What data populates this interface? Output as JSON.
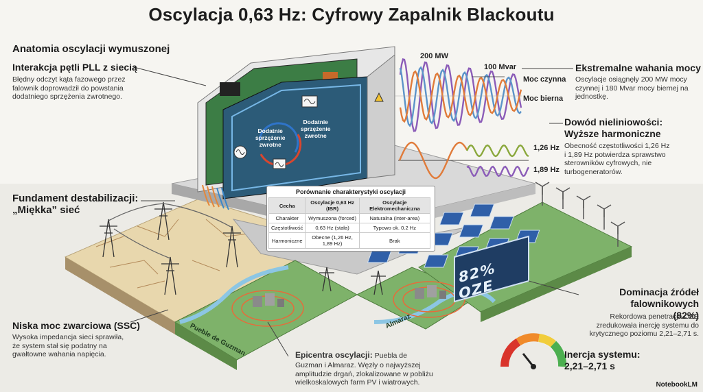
{
  "title": "Oscylacja 0,63 Hz: Cyfrowy Zapalnik Blackoutu",
  "left": {
    "section_title": "Anatomia oscylacji wymuszonej",
    "pll_heading": "Interakcja pętli PLL z siecią",
    "pll_text": [
      "Błędny odczyt kąta fazowego przez",
      "falownik doprowadził do powstania",
      "dodatniego sprzężenia zwrotnego."
    ],
    "foundation_heading": [
      "Fundament destabilizacji:",
      "„Miękka” sieć"
    ],
    "ssc_heading": "Niska moc zwarciowa (SSC)",
    "ssc_text": [
      "Wysoka impedancja sieci sprawiła,",
      "że system stał się podatny na",
      "gwałtowne wahania napięcia."
    ]
  },
  "device": {
    "loop_label": [
      "Dodatnie",
      "sprzężenie",
      "zwrotne"
    ],
    "loop_label2": [
      "Dodatnie",
      "sprzężenie",
      "zwrotne"
    ]
  },
  "wave_top": {
    "label_mw": "200 MW",
    "label_mvar": "100 Mvar",
    "label_active": "Moc czynna",
    "label_reactive": "Moc bierna",
    "colors": {
      "active": "#8b5cb8",
      "reactive": "#5b93c9",
      "orange": "#e07b3a"
    }
  },
  "wave_bottom": {
    "label_126": "1,26 Hz",
    "label_189": "1,89 Hz",
    "colors": {
      "f126": "#8aa83c",
      "f189": "#8b5cb8",
      "base": "#e07b3a"
    }
  },
  "right": {
    "extreme_heading": "Ekstremalne wahania mocy",
    "extreme_text": [
      "Oscylacje osiągnęły 200 MW mocy",
      "czynnej i 180 Mvar mocy biernej na",
      "jednostkę."
    ],
    "nonlin_heading": [
      "Dowód nieliniowości:",
      "Wyższe harmoniczne"
    ],
    "nonlin_text": [
      "Obecność częstotliwości 1,26 Hz",
      "i 1,89 Hz potwierdza sprawstwo",
      "sterowników cyfrowych, nie",
      "turbogeneratorów."
    ],
    "dominance_heading": [
      "Dominacja źródeł",
      "falownikowych (82%)"
    ],
    "dominance_text": [
      "Rekordowa penetracja OZE",
      "zredukowała inercję systemu do",
      "krytycznego poziomu 2,21–2,71 s."
    ],
    "inertia_heading": [
      "Inercja systemu:",
      "2,21–2,71 s"
    ]
  },
  "billboard": "82% OZE",
  "places": {
    "left_site": "Pueble de Guzman",
    "right_site": "Almaraz"
  },
  "epicenter": {
    "heading": "Epicentra oscylacji:",
    "lines": [
      "Puebla de",
      "Guzman i Almaraz. Węzły o najwyższej",
      "amplitudzie drgań, zlokalizowane w pobliżu",
      "wielkoskalowych farm PV i wiatrowych."
    ]
  },
  "table": {
    "title": "Porównanie charakterystyki oscylacji",
    "headers": [
      "Cecha",
      "Oscylacje 0,63 Hz (IBR)",
      "Oscylacje Elektromechaniczna"
    ],
    "rows": [
      [
        "Charakter",
        "Wymuszona (forced)",
        "Naturalna (inter-area)"
      ],
      [
        "Częstotliwość",
        "0,63 Hz (stała)",
        "Typowo ok. 0.2 Hz"
      ],
      [
        "Harmoniczne",
        "Obecne (1,26 Hz, 1,89 Hz)",
        "Brak"
      ]
    ]
  },
  "brand": "NotebookLM"
}
